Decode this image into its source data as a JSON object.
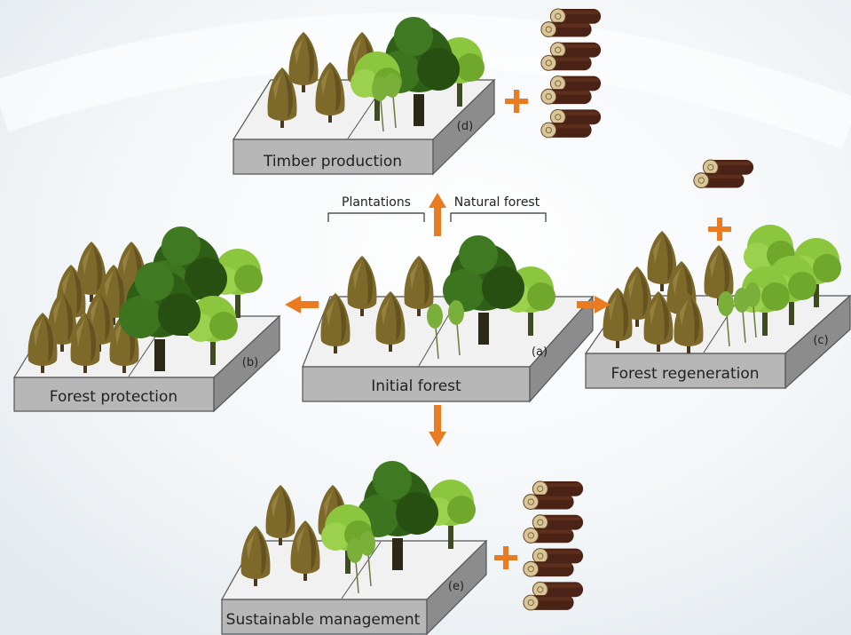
{
  "header_labels": {
    "plantations": "Plantations",
    "natural_forest": "Natural forest"
  },
  "scenarios": [
    {
      "id": "a",
      "title": "Initial forest",
      "tag": "(a)"
    },
    {
      "id": "b",
      "title": "Forest protection",
      "tag": "(b)"
    },
    {
      "id": "c",
      "title": "Forest regeneration",
      "tag": "(c)"
    },
    {
      "id": "d",
      "title": "Timber production",
      "tag": "(d)"
    },
    {
      "id": "e",
      "title": "Sustainable management",
      "tag": "(e)"
    }
  ],
  "plus_symbol": "+",
  "colors": {
    "arrow": "#e97b22",
    "slab_top": "#f1f1f1",
    "slab_front": "#b7b7b7",
    "slab_side": "#8c8c8c",
    "conifer": "#7d6a2a",
    "broadleaf_dark": "#2f5f17",
    "broadleaf_light": "#8cc63f",
    "log": "#4a2316",
    "log_end": "#d8c79a"
  }
}
